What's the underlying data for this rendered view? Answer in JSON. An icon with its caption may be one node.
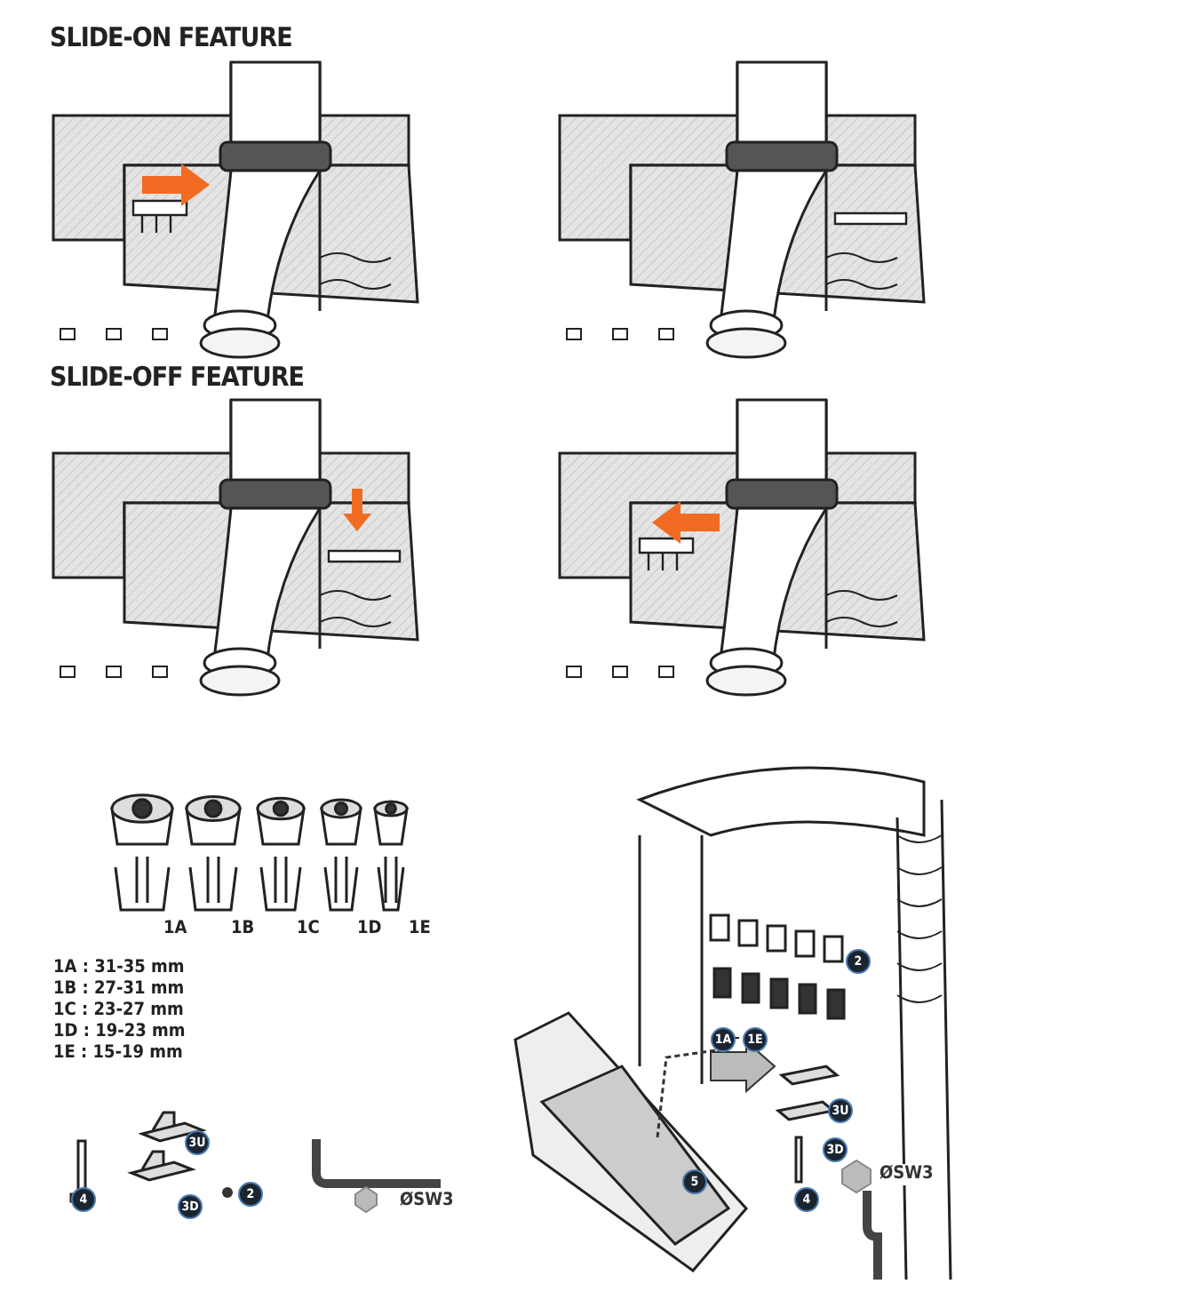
{
  "diagram": {
    "labels": [
      "SLIDE-ON FEATURE",
      "SLIDE-OFF FEATURE",
      "1A",
      "1B",
      "1C",
      "1D",
      "1E",
      "1A : 31-35 mm",
      "1B : 27-31 mm",
      "1C : 23-27 mm",
      "1D : 19-23 mm",
      "1E : 15-19 mm",
      "4",
      "3U",
      "3D",
      "2",
      "ØSW3",
      "2",
      "1A",
      "1E",
      "3U",
      "3D",
      "5",
      "ØSW3",
      "4"
    ]
  }
}
